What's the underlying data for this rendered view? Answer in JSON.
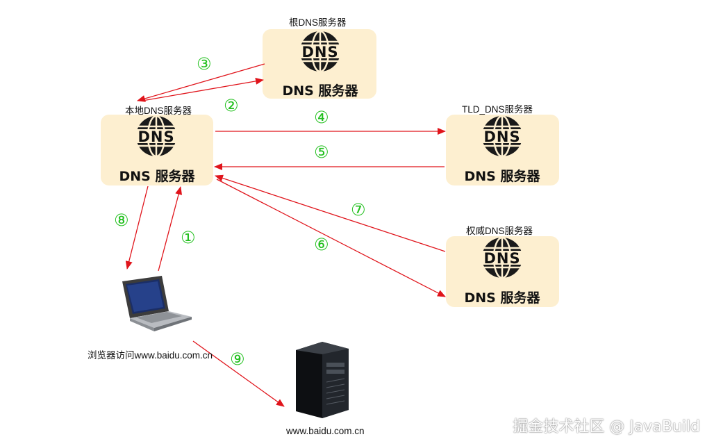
{
  "servers": {
    "root": {
      "label": "根DNS服务器",
      "box_text": "DNS 服务器",
      "icon": "dns-globe-icon"
    },
    "local": {
      "label": "本地DNS服务器",
      "box_text": "DNS 服务器",
      "icon": "dns-globe-icon"
    },
    "tld": {
      "label": "TLD_DNS服务器",
      "box_text": "DNS 服务器",
      "icon": "dns-globe-icon"
    },
    "auth": {
      "label": "权威DNS服务器",
      "box_text": "DNS 服务器",
      "icon": "dns-globe-icon"
    }
  },
  "client": {
    "label": "浏览器访问www.baidu.com.cn",
    "icon": "laptop-icon"
  },
  "target": {
    "label": "www.baidu.com.cn",
    "icon": "server-tower-icon"
  },
  "steps": [
    "①",
    "②",
    "③",
    "④",
    "⑤",
    "⑥",
    "⑦",
    "⑧",
    "⑨"
  ],
  "dns_logo_text": "DNS",
  "watermark": "掘金技术社区 @ JavaBuild",
  "colors": {
    "arrow": "#e0141b",
    "step": "#22c01e",
    "box": "#fdefd0"
  }
}
